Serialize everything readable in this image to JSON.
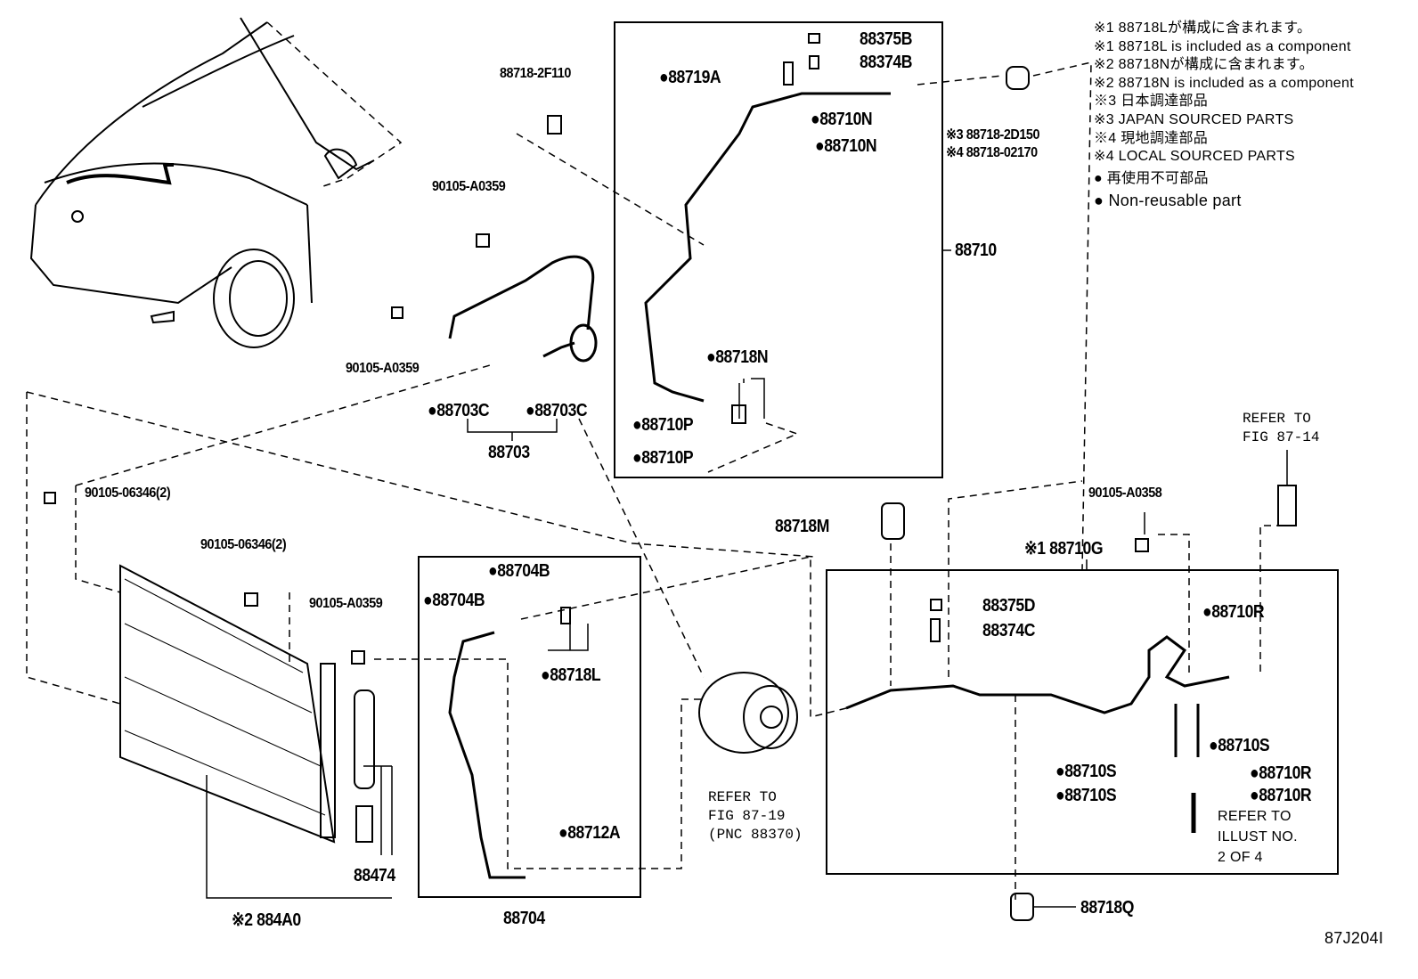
{
  "legend": [
    "※1 88718Lが構成に含まれます。",
    "※1 88718L is included as a component",
    "※2 88718Nが構成に含まれます。",
    "※2 88718N is included as a component",
    "※3  日本調達部品",
    "※3  JAPAN SOURCED PARTS",
    "※4  現地調達部品",
    "※4  LOCAL SOURCED PARTS",
    "●  再使用不可部品",
    "●  Non-reusable part"
  ],
  "labels": {
    "p88375B": "88375B",
    "p88374B": "88374B",
    "p88719A": "●88719A",
    "p88710N_1": "●88710N",
    "p88710N_2": "●88710N",
    "p88710": "88710",
    "p887182F110": "88718-2F110",
    "bolt_a0359_1": "90105-A0359",
    "bolt_a0359_2": "90105-A0359",
    "p88703C_1": "●88703C",
    "p88703C_2": "●88703C",
    "p88703": "88703",
    "p88718N": "●88718N",
    "p88710P_1": "●88710P",
    "p88710P_2": "●88710P",
    "p887182D150": "※3 88718-2D150",
    "p8871802170": "※4 88718-02170",
    "bolt_a0358": "90105-A0358",
    "p88710G": "※1 88710G",
    "p88718M": "88718M",
    "bolt_06346_1": "90105-06346(2)",
    "bolt_06346_2": "90105-06346(2)",
    "bolt_a0359_3": "90105-A0359",
    "p88704B_1": "●88704B",
    "p88704B_2": "●88704B",
    "p88718L": "●88718L",
    "p88712A": "●88712A",
    "p88704": "88704",
    "p88474": "88474",
    "p884A0": "※2 884A0",
    "p88375D": "88375D",
    "p88374C": "88374C",
    "p88710R_1": "●88710R",
    "p88710S_1": "●88710S",
    "p88710S_2": "●88710S",
    "p88710R_2": "●88710R",
    "p88710S_3": "●88710S",
    "p88710R_3": "●88710R",
    "p88718Q": "88718Q"
  },
  "refs": {
    "fig8714": "REFER TO\nFIG 87-14",
    "fig8719": "REFER TO\nFIG 87-19\n(PNC 88370)",
    "illust": "REFER TO\nILLUST NO.\n2 OF 4"
  },
  "figure_id": "87J204I"
}
